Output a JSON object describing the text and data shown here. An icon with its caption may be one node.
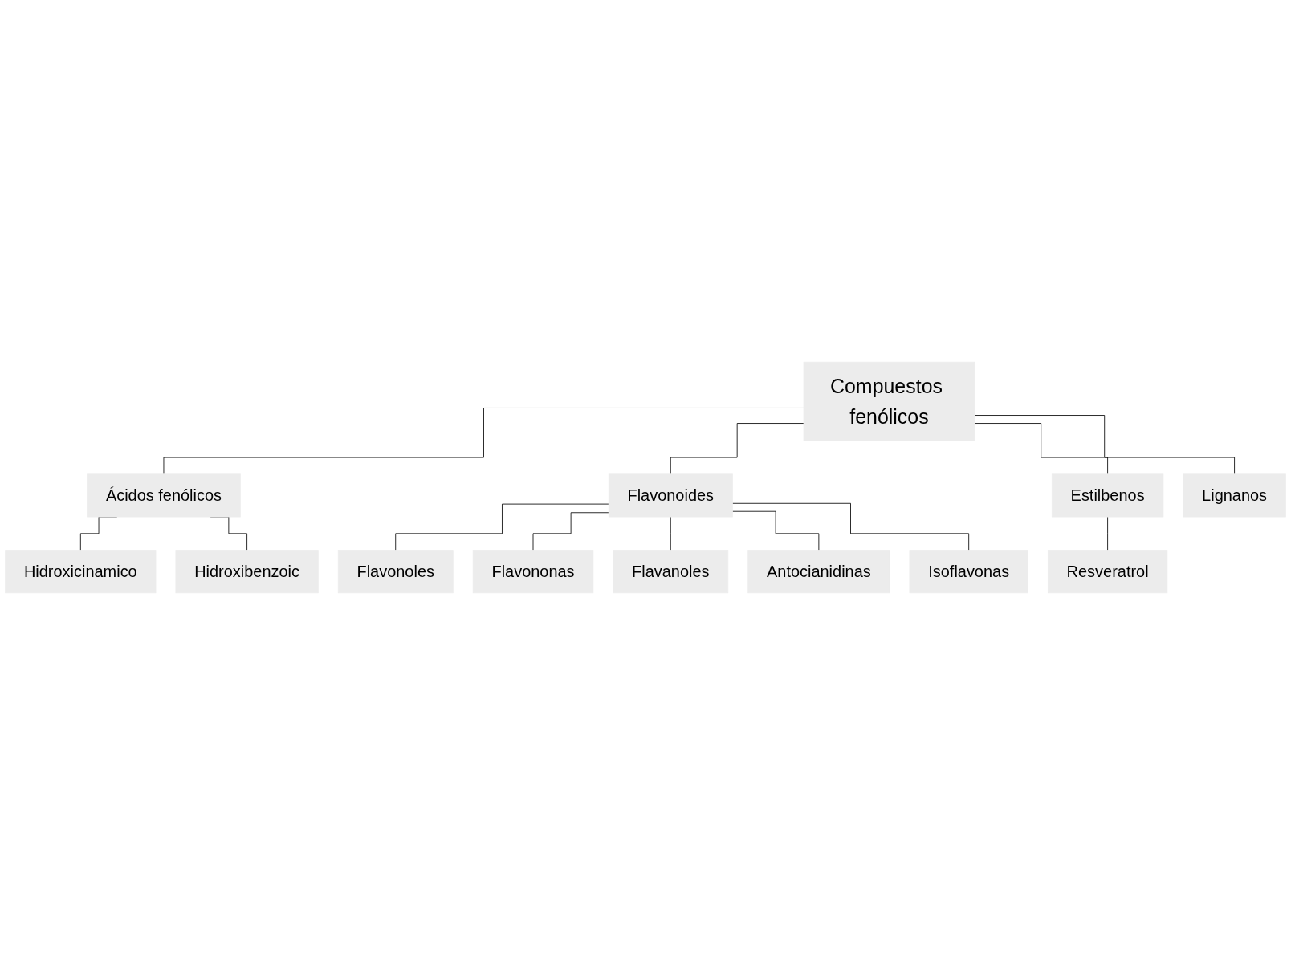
{
  "diagram": {
    "nodes": [
      {
        "text": [
          "Compuestos fenólicos"
        ]
      },
      {
        "text": [
          "Ácidos fenólicos"
        ]
      },
      {
        "text": [
          "Flavonoides"
        ]
      },
      {
        "text": [
          "Estilbenos"
        ]
      },
      {
        "text": [
          "Lignanos"
        ]
      },
      {
        "text": [
          "Hidroxicinamico"
        ]
      },
      {
        "text": [
          "Hidroxibenzoic"
        ]
      },
      {
        "text": [
          "Flavonoles"
        ]
      },
      {
        "text": [
          "Flavononas"
        ]
      },
      {
        "text": [
          "Flavanoles"
        ]
      },
      {
        "text": [
          "Antocianidinas"
        ]
      },
      {
        "text": [
          "Isoflavonas"
        ]
      },
      {
        "text": [
          "Resveratrol"
        ]
      }
    ],
    "edges": [
      {
        "from": 0,
        "to": 1,
        "arrow": "none"
      },
      {
        "from": 0,
        "to": 2,
        "arrow": "none"
      },
      {
        "from": 0,
        "to": 3,
        "arrow": "none"
      },
      {
        "from": 0,
        "to": 4,
        "arrow": "none"
      },
      {
        "from": 1,
        "to": 5,
        "arrow": "none"
      },
      {
        "from": 1,
        "to": 6,
        "arrow": "none"
      },
      {
        "from": 2,
        "to": 7,
        "arrow": "none"
      },
      {
        "from": 2,
        "to": 8,
        "arrow": "none"
      },
      {
        "from": 2,
        "to": 9,
        "arrow": "none"
      },
      {
        "from": 2,
        "to": 10,
        "arrow": "none"
      },
      {
        "from": 2,
        "to": 11,
        "arrow": "none"
      },
      {
        "from": 3,
        "to": 12,
        "arrow": "none"
      }
    ]
  }
}
